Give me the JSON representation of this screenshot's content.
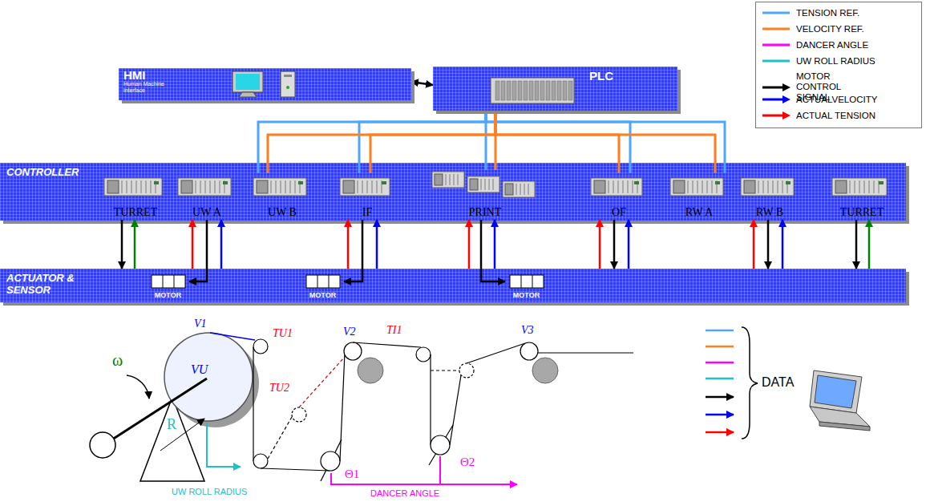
{
  "diagram": {
    "nodes": [
      {
        "text": [
          "HMI",
          "Human Machine interface"
        ]
      },
      {
        "text": [
          "PLC"
        ]
      },
      {
        "text": [
          "CONTROLLER"
        ]
      },
      {
        "text": [
          "TURRET"
        ],
        "in": 2
      },
      {
        "text": [
          "UW A"
        ],
        "in": 2
      },
      {
        "text": [
          "UW B"
        ],
        "in": 2
      },
      {
        "text": [
          "IF"
        ],
        "in": 2
      },
      {
        "text": [
          "PRINT"
        ],
        "in": 2
      },
      {
        "text": [
          "OF"
        ],
        "in": 2
      },
      {
        "text": [
          "RW A"
        ],
        "in": 2
      },
      {
        "text": [
          "RW B"
        ],
        "in": 2
      },
      {
        "text": [
          "TURRET"
        ],
        "in": 2
      },
      {
        "text": [
          "ACTUATOR & SENSOR"
        ]
      },
      {
        "text": [
          "MOTOR"
        ],
        "in": 12
      },
      {
        "text": [
          "MOTOR"
        ],
        "in": 12
      },
      {
        "text": [
          "MOTOR"
        ],
        "in": 12
      }
    ],
    "edges": [
      {
        "from": 0,
        "to": 1,
        "arrow": "both"
      },
      {
        "from": 1,
        "to": 5,
        "arrow": "none"
      },
      {
        "from": 1,
        "to": 6,
        "arrow": "none"
      },
      {
        "from": 1,
        "to": 7,
        "arrow": "none"
      },
      {
        "from": 1,
        "to": 8,
        "arrow": "none"
      },
      {
        "from": 1,
        "to": 9,
        "arrow": "none"
      },
      {
        "from": 1,
        "to": 5,
        "arrow": "none"
      },
      {
        "from": 1,
        "to": 6,
        "arrow": "none"
      },
      {
        "from": 1,
        "to": 7,
        "arrow": "none"
      },
      {
        "from": 1,
        "to": 8,
        "arrow": "none"
      },
      {
        "from": 1,
        "to": 9,
        "arrow": "none"
      },
      {
        "from": 3,
        "to": 12,
        "arrow": "to"
      },
      {
        "from": 12,
        "to": 3,
        "arrow": "to"
      },
      {
        "from": 12,
        "to": 4,
        "arrow": "to"
      },
      {
        "from": 4,
        "to": 13,
        "arrow": "to"
      },
      {
        "from": 12,
        "to": 4,
        "arrow": "to"
      },
      {
        "from": 12,
        "to": 6,
        "arrow": "to"
      },
      {
        "from": 6,
        "to": 14,
        "arrow": "to"
      },
      {
        "from": 12,
        "to": 6,
        "arrow": "to"
      },
      {
        "from": 12,
        "to": 7,
        "arrow": "to"
      },
      {
        "from": 7,
        "to": 15,
        "arrow": "to"
      },
      {
        "from": 12,
        "to": 7,
        "arrow": "to"
      },
      {
        "from": 12,
        "to": 8,
        "arrow": "to"
      },
      {
        "from": 8,
        "to": 12,
        "arrow": "to"
      },
      {
        "from": 12,
        "to": 8,
        "arrow": "to"
      },
      {
        "from": 12,
        "to": 10,
        "arrow": "to"
      },
      {
        "from": 10,
        "to": 12,
        "arrow": "to"
      },
      {
        "from": 12,
        "to": 10,
        "arrow": "to"
      },
      {
        "from": 11,
        "to": 12,
        "arrow": "to"
      },
      {
        "from": 12,
        "to": 11,
        "arrow": "to"
      }
    ],
    "labels": [
      "ω",
      "V1",
      "VU",
      "TU1",
      "R",
      "TU2",
      "V2",
      "TI1",
      "V3",
      "Θ1",
      "Θ2",
      "UW ROLL RADIUS",
      "DANCER ANGLE",
      "DATA"
    ],
    "legend": [
      {
        "text": "TENSION REF.",
        "color": "#4da6ff"
      },
      {
        "text": "VELOCITY REF.",
        "color": "#ff7f1e"
      },
      {
        "text": "DANCER ANGLE",
        "color": "#ff00ff"
      },
      {
        "text": "UW ROLL RADIUS",
        "color": "#20c0c8"
      },
      {
        "text": "MOTOR CONTROL SIGNAL",
        "color": "#000000"
      },
      {
        "text": "ACTUALVELOCITY",
        "color": "#0000ff"
      },
      {
        "text": "ACTUAL TENSION",
        "color": "#ff0000"
      }
    ]
  }
}
